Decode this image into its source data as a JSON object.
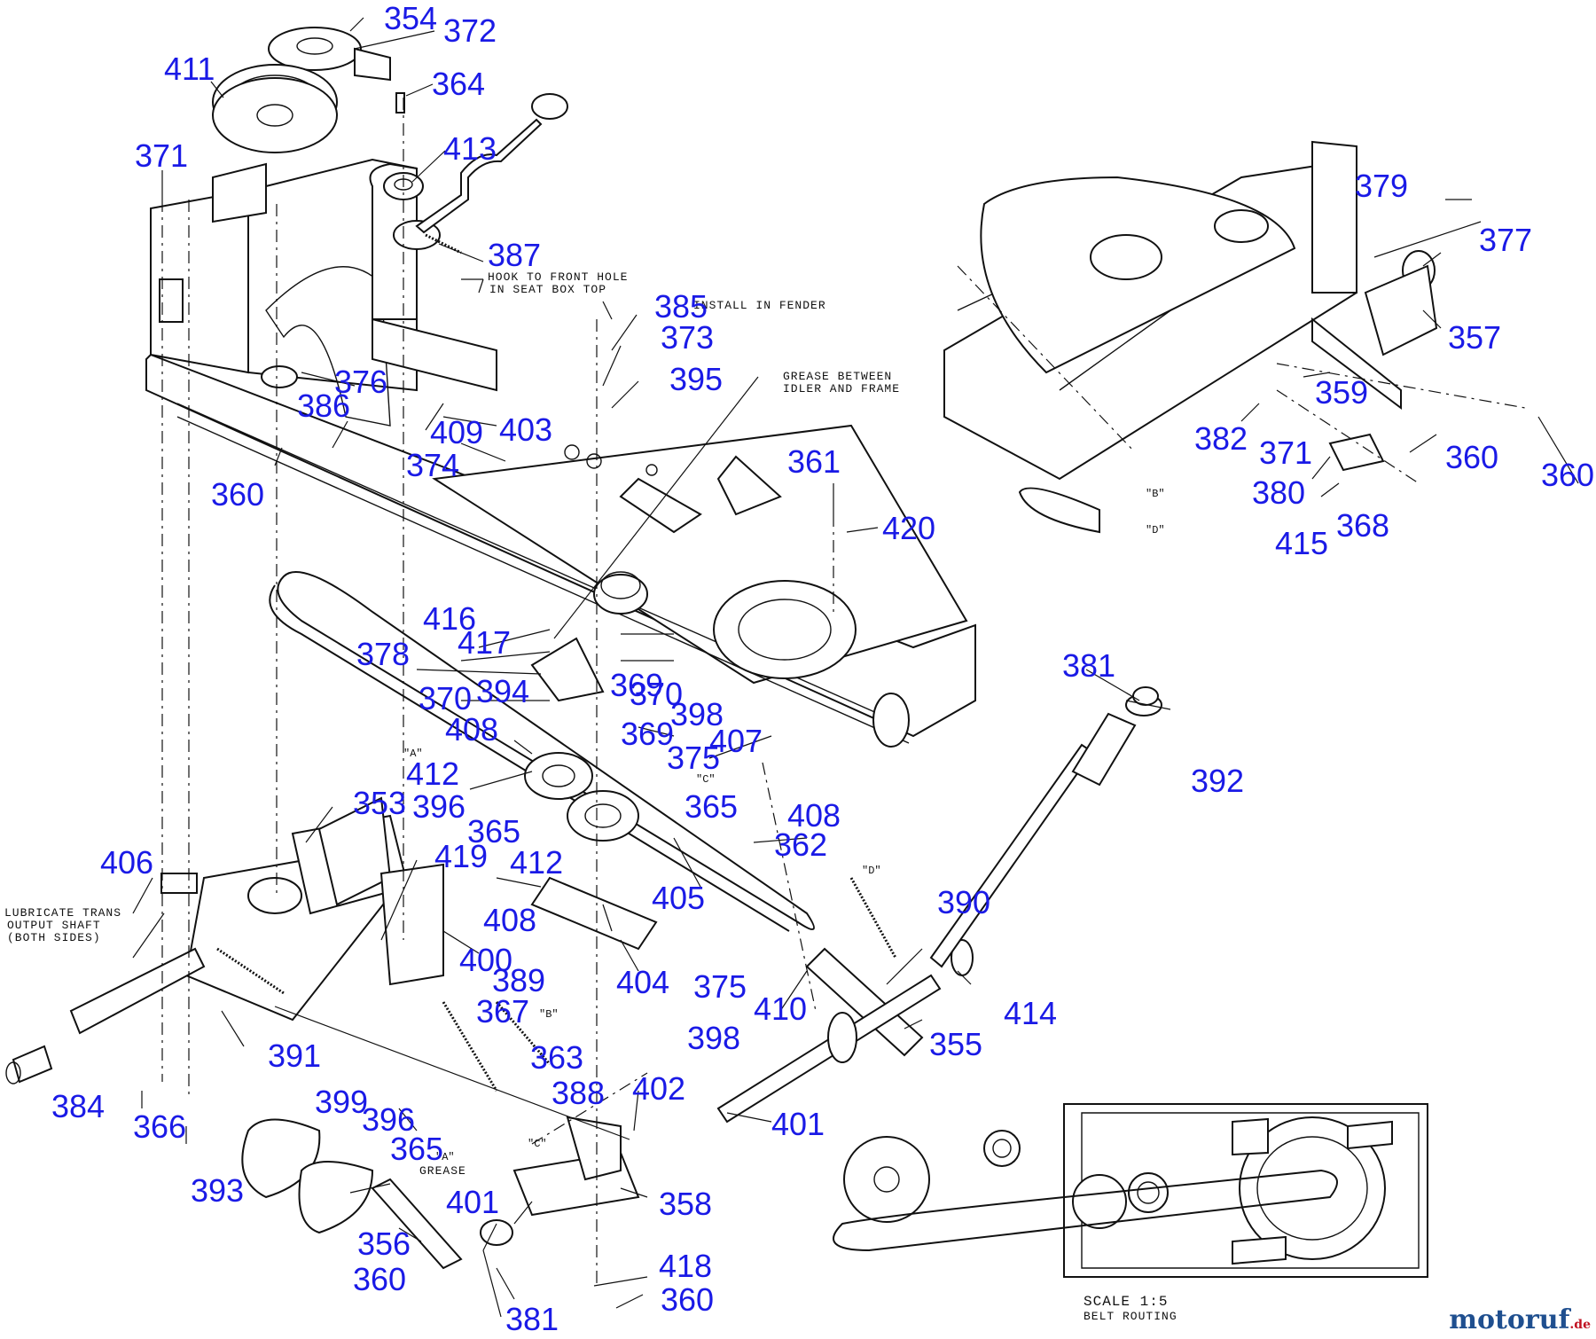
{
  "callouts": [
    {
      "id": "c354",
      "label": "354"
    },
    {
      "id": "c372",
      "label": "372"
    },
    {
      "id": "c411",
      "label": "411"
    },
    {
      "id": "c364",
      "label": "364"
    },
    {
      "id": "c371a",
      "label": "371"
    },
    {
      "id": "c413",
      "label": "413"
    },
    {
      "id": "c387",
      "label": "387"
    },
    {
      "id": "c385",
      "label": "385"
    },
    {
      "id": "c373",
      "label": "373"
    },
    {
      "id": "c395",
      "label": "395"
    },
    {
      "id": "c376",
      "label": "376"
    },
    {
      "id": "c386",
      "label": "386"
    },
    {
      "id": "c409",
      "label": "409"
    },
    {
      "id": "c403",
      "label": "403"
    },
    {
      "id": "c374",
      "label": "374"
    },
    {
      "id": "c360a",
      "label": "360"
    },
    {
      "id": "c361",
      "label": "361"
    },
    {
      "id": "c420",
      "label": "420"
    },
    {
      "id": "c416",
      "label": "416"
    },
    {
      "id": "c417",
      "label": "417"
    },
    {
      "id": "c378",
      "label": "378"
    },
    {
      "id": "c394",
      "label": "394"
    },
    {
      "id": "c369a",
      "label": "369"
    },
    {
      "id": "c370a",
      "label": "370"
    },
    {
      "id": "c370b",
      "label": "370"
    },
    {
      "id": "c398a",
      "label": "398"
    },
    {
      "id": "c369b",
      "label": "369"
    },
    {
      "id": "c407",
      "label": "407"
    },
    {
      "id": "c408a",
      "label": "408"
    },
    {
      "id": "c375a",
      "label": "375"
    },
    {
      "id": "c412a",
      "label": "412"
    },
    {
      "id": "c365a",
      "label": "365"
    },
    {
      "id": "c408b",
      "label": "408"
    },
    {
      "id": "c353",
      "label": "353"
    },
    {
      "id": "c396a",
      "label": "396"
    },
    {
      "id": "c365b",
      "label": "365"
    },
    {
      "id": "c362",
      "label": "362"
    },
    {
      "id": "c419",
      "label": "419"
    },
    {
      "id": "c412b",
      "label": "412"
    },
    {
      "id": "c406",
      "label": "406"
    },
    {
      "id": "c405",
      "label": "405"
    },
    {
      "id": "c408c",
      "label": "408"
    },
    {
      "id": "c390",
      "label": "390"
    },
    {
      "id": "c400",
      "label": "400"
    },
    {
      "id": "c389",
      "label": "389"
    },
    {
      "id": "c404",
      "label": "404"
    },
    {
      "id": "c375b",
      "label": "375"
    },
    {
      "id": "c414",
      "label": "414"
    },
    {
      "id": "c367",
      "label": "367"
    },
    {
      "id": "c410",
      "label": "410"
    },
    {
      "id": "c398b",
      "label": "398"
    },
    {
      "id": "c355",
      "label": "355"
    },
    {
      "id": "c391",
      "label": "391"
    },
    {
      "id": "c363",
      "label": "363"
    },
    {
      "id": "c388",
      "label": "388"
    },
    {
      "id": "c402",
      "label": "402"
    },
    {
      "id": "c399",
      "label": "399"
    },
    {
      "id": "c384",
      "label": "384"
    },
    {
      "id": "c396b",
      "label": "396"
    },
    {
      "id": "c366",
      "label": "366"
    },
    {
      "id": "c401a",
      "label": "401"
    },
    {
      "id": "c365c",
      "label": "365"
    },
    {
      "id": "c393",
      "label": "393"
    },
    {
      "id": "c401b",
      "label": "401"
    },
    {
      "id": "c358",
      "label": "358"
    },
    {
      "id": "c356",
      "label": "356"
    },
    {
      "id": "c418",
      "label": "418"
    },
    {
      "id": "c360b",
      "label": "360"
    },
    {
      "id": "c360c",
      "label": "360"
    },
    {
      "id": "c381a",
      "label": "381"
    },
    {
      "id": "c381b",
      "label": "381"
    },
    {
      "id": "c392",
      "label": "392"
    },
    {
      "id": "c379",
      "label": "379"
    },
    {
      "id": "c377",
      "label": "377"
    },
    {
      "id": "c357",
      "label": "357"
    },
    {
      "id": "c359",
      "label": "359"
    },
    {
      "id": "c382",
      "label": "382"
    },
    {
      "id": "c371b",
      "label": "371"
    },
    {
      "id": "c360d",
      "label": "360"
    },
    {
      "id": "c360e",
      "label": "360"
    },
    {
      "id": "c380",
      "label": "380"
    },
    {
      "id": "c415",
      "label": "415"
    },
    {
      "id": "c368",
      "label": "368"
    }
  ],
  "notes": {
    "hook_line1": "HOOK TO FRONT HOLE",
    "hook_line2": "IN SEAT BOX TOP",
    "install_fender": "INSTALL IN FENDER",
    "grease_line1": "GREASE BETWEEN",
    "grease_line2": "IDLER AND FRAME",
    "lube_line1": "LUBRICATE TRANS",
    "lube_line2": "OUTPUT SHAFT",
    "lube_line3": "(BOTH SIDES)",
    "grease_short": "GREASE",
    "scale": "SCALE 1:5",
    "belt_routing": "BELT ROUTING"
  },
  "reference_tags": {
    "a1": "\"A\"",
    "a2": "\"A\"",
    "b1": "\"B\"",
    "b2": "\"B\"",
    "c1": "\"C\"",
    "c2": "\"C\"",
    "d1": "\"D\"",
    "d2": "\"D\""
  },
  "brand": {
    "name": "motoruf",
    "tld": ".de"
  }
}
